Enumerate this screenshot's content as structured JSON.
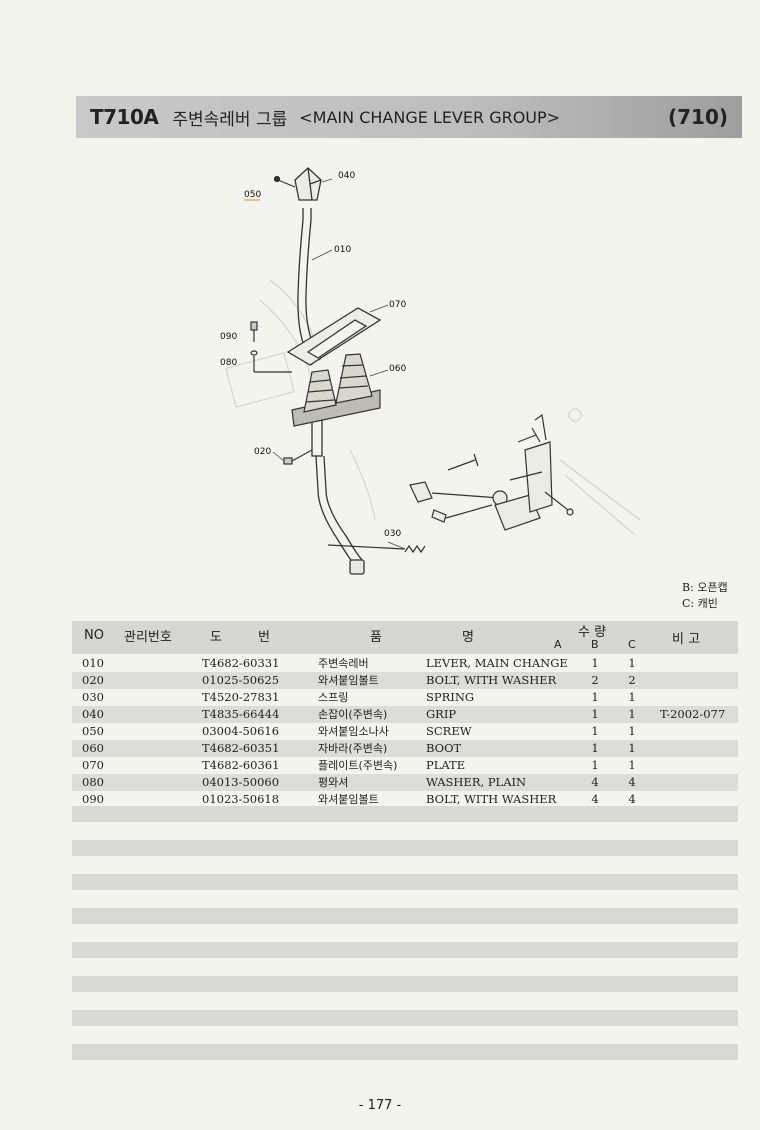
{
  "header": {
    "code": "T710A",
    "title_kor": "주변속레버 그룹",
    "title_eng": "<MAIN CHANGE LEVER GROUP>",
    "group_num": "(710)"
  },
  "diagram": {
    "callouts": [
      "040",
      "050",
      "010",
      "070",
      "090",
      "080",
      "060",
      "020",
      "030"
    ]
  },
  "legend": {
    "b": "B: 오픈캡",
    "c": "C: 캐빈"
  },
  "table": {
    "headers": {
      "no": "NO",
      "mgmt": "관리번호",
      "drawing_1": "도",
      "drawing_2": "번",
      "name_1": "품",
      "name_2": "명",
      "qty": "수 량",
      "a": "A",
      "b": "B",
      "c": "C",
      "remark": "비 고"
    },
    "rows": [
      {
        "no": "010",
        "part": "T4682-60331",
        "kor": "주변속레버",
        "eng": "LEVER, MAIN CHANGE",
        "b": "1",
        "c": "1",
        "remark": ""
      },
      {
        "no": "020",
        "part": "01025-50625",
        "kor": "와셔붙임볼트",
        "eng": "BOLT, WITH WASHER",
        "b": "2",
        "c": "2",
        "remark": ""
      },
      {
        "no": "030",
        "part": "T4520-27831",
        "kor": "스프링",
        "eng": "SPRING",
        "b": "1",
        "c": "1",
        "remark": ""
      },
      {
        "no": "040",
        "part": "T4835-66444",
        "kor": "손잡이(주변속)",
        "eng": "GRIP",
        "b": "1",
        "c": "1",
        "remark": "T-2002-077"
      },
      {
        "no": "050",
        "part": "03004-50616",
        "kor": "와셔붙임소나사",
        "eng": "SCREW",
        "b": "1",
        "c": "1",
        "remark": ""
      },
      {
        "no": "060",
        "part": "T4682-60351",
        "kor": "자바라(주변속)",
        "eng": "BOOT",
        "b": "1",
        "c": "1",
        "remark": ""
      },
      {
        "no": "070",
        "part": "T4682-60361",
        "kor": "플레이트(주변속)",
        "eng": "PLATE",
        "b": "1",
        "c": "1",
        "remark": ""
      },
      {
        "no": "080",
        "part": "04013-50060",
        "kor": "평와셔",
        "eng": "WASHER, PLAIN",
        "b": "4",
        "c": "4",
        "remark": ""
      },
      {
        "no": "090",
        "part": "01023-50618",
        "kor": "와셔붙임볼트",
        "eng": "BOLT, WITH WASHER",
        "b": "4",
        "c": "4",
        "remark": ""
      }
    ]
  },
  "footer": {
    "page": "- 177 -"
  }
}
